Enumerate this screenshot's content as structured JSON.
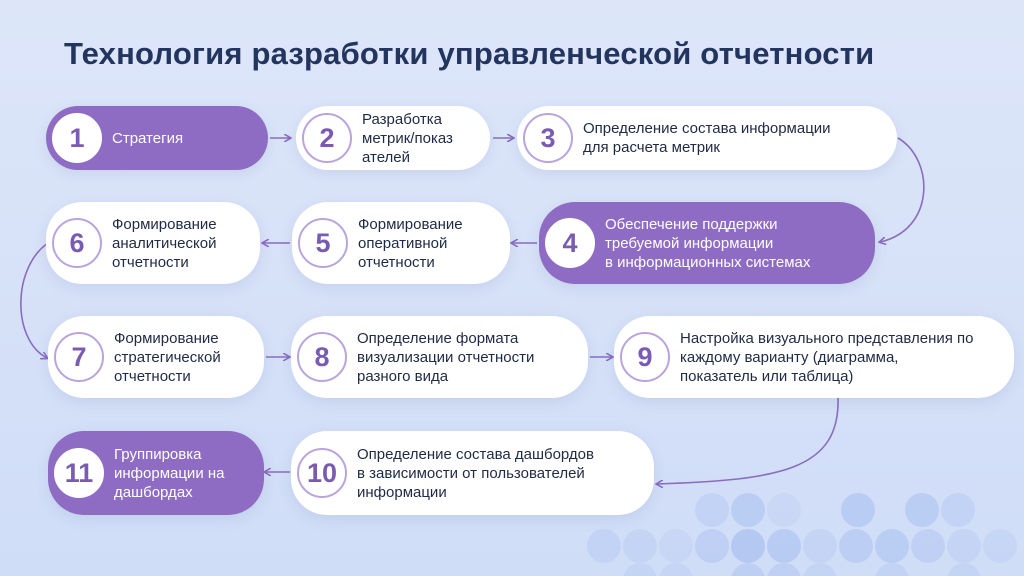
{
  "title": "Технология разработки управленческой отчетности",
  "accent_color": "#8f6cc4",
  "steps": [
    {
      "num": "1",
      "lines": [
        "Стратегия"
      ]
    },
    {
      "num": "2",
      "lines": [
        "Разработка",
        "метрик/показ",
        "ателей"
      ]
    },
    {
      "num": "3",
      "lines": [
        "Определение состава информации",
        "для расчета метрик"
      ]
    },
    {
      "num": "4",
      "lines": [
        "Обеспечение поддержки",
        "требуемой информации",
        "в информационных системах"
      ]
    },
    {
      "num": "5",
      "lines": [
        "Формирование",
        "оперативной",
        "отчетности"
      ]
    },
    {
      "num": "6",
      "lines": [
        "Формирование",
        "аналитической",
        "отчетности"
      ]
    },
    {
      "num": "7",
      "lines": [
        "Формирование",
        "стратегической",
        "отчетности"
      ]
    },
    {
      "num": "8",
      "lines": [
        "Определение формата",
        "визуализации отчетности",
        "разного вида"
      ]
    },
    {
      "num": "9",
      "lines": [
        "Настройка визуального представления по",
        "каждому варианту (диаграмма,",
        "показатель или таблица)"
      ]
    },
    {
      "num": "10",
      "lines": [
        "Определение состава дашбордов",
        "в зависимости от пользователей",
        "информации"
      ]
    },
    {
      "num": "11",
      "lines": [
        "Группировка",
        "информации на",
        "дашбордах"
      ]
    }
  ]
}
